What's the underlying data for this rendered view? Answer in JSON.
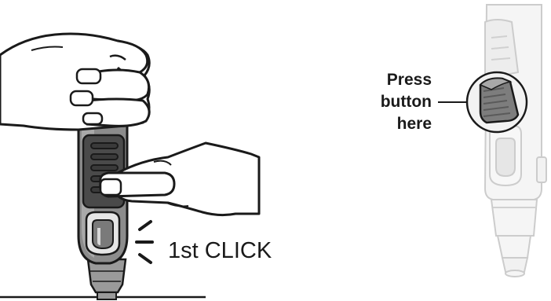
{
  "left_panel": {
    "click_label": "1st CLICK"
  },
  "right_panel": {
    "callout_line1": "Press",
    "callout_line2": "button",
    "callout_line3": "here"
  }
}
